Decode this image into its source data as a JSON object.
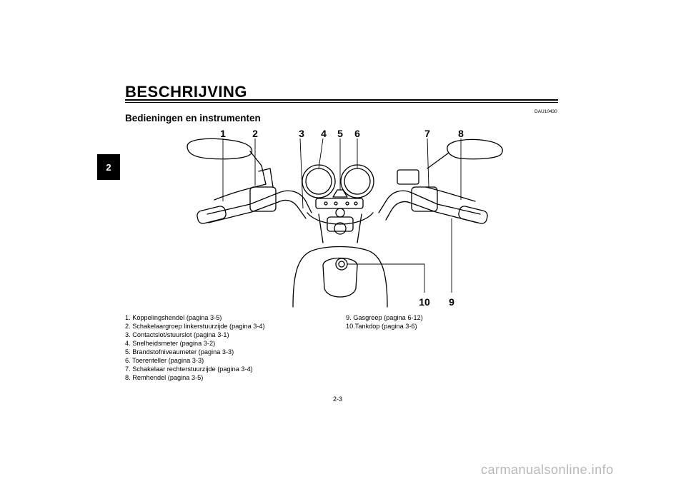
{
  "chapter_number": "2",
  "title": "BESCHRIJVING",
  "doc_code": "DAU10430",
  "section_heading": "Bedieningen en instrumenten",
  "callouts": [
    "1",
    "2",
    "3",
    "4",
    "5",
    "6",
    "7",
    "8",
    "9",
    "10"
  ],
  "legend": {
    "left": [
      "1. Koppelingshendel (pagina 3-5)",
      "2. Schakelaargroep linkerstuurzijde (pagina 3-4)",
      "3. Contactslot/stuurslot (pagina 3-1)",
      "4. Snelheidsmeter (pagina 3-2)",
      "5. Brandstofniveaumeter (pagina 3-3)",
      "6. Toerenteller (pagina 3-3)",
      "7. Schakelaar rechterstuurzijde (pagina 3-4)",
      "8. Remhendel (pagina 3-5)"
    ],
    "right": [
      "9. Gasgreep (pagina 6-12)",
      "10.Tankdop (pagina 3-6)"
    ]
  },
  "page_number": "2-3",
  "watermark": "carmanualsonline.info"
}
